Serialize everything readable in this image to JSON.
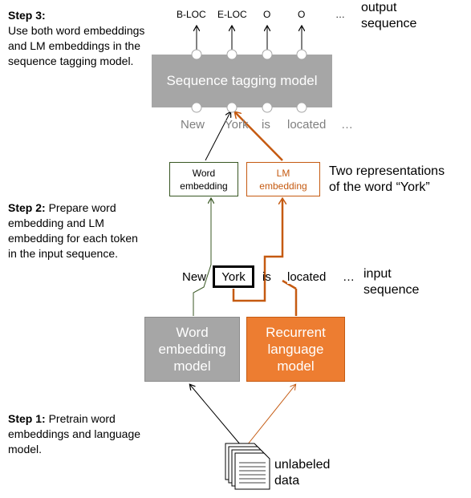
{
  "step3": {
    "title": "Step 3:",
    "text": "Use both word embeddings and LM embeddings in the sequence tagging model."
  },
  "step2": {
    "title": "Step 2:",
    "text": "Prepare word embedding and LM embedding for each token in the input sequence."
  },
  "step1": {
    "title": "Step 1:",
    "text": "Pretrain word embeddings and language model."
  },
  "output_tags": [
    "B-LOC",
    "E-LOC",
    "O",
    "O",
    "…"
  ],
  "output_label": [
    "output",
    "sequence"
  ],
  "sequence_tagging_model": "Sequence tagging model",
  "top_words": [
    "New",
    "York",
    "is",
    "located",
    "…"
  ],
  "word_embedding_box": [
    "Word",
    "embedding"
  ],
  "lm_embedding_box": [
    "LM",
    "embedding"
  ],
  "two_representations": [
    "Two representations",
    "of the word “York”"
  ],
  "input_words": [
    "New",
    "York",
    "is",
    "located",
    "…"
  ],
  "input_label": [
    "input",
    "sequence"
  ],
  "word_embedding_model": [
    "Word",
    "embedding",
    "model"
  ],
  "recurrent_language_model": [
    "Recurrent",
    "language",
    "model"
  ],
  "unlabeled_data": [
    "unlabeled",
    "data"
  ],
  "colors": {
    "gray_box": "#a6a6a6",
    "orange": "#ed7d31",
    "dark_orange": "#c55a11",
    "green": "#385723",
    "gray_text": "#7f7f7f"
  }
}
